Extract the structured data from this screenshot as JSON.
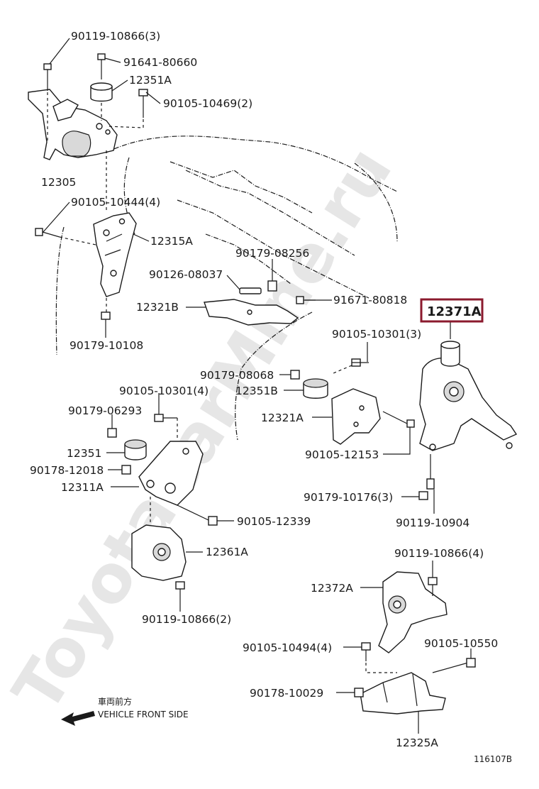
{
  "watermark": "ToyotaCarMine.ru",
  "diagram_id": "116107B",
  "front_side": {
    "jp": "車両前方",
    "en": "VEHICLE FRONT SIDE"
  },
  "labels": {
    "p90119_10866_3": "90119-10866(3)",
    "p91641_80660": "91641-80660",
    "p12351A": "12351A",
    "p90105_10469_2": "90105-10469(2)",
    "p12305": "12305",
    "p90105_10444_4": "90105-10444(4)",
    "p12315A": "12315A",
    "p90179_08256": "90179-08256",
    "p90126_08037": "90126-08037",
    "p91671_80818": "91671-80818",
    "p12321B": "12321B",
    "p90179_10108": "90179-10108",
    "p12371A": "12371A",
    "p90105_10301_3": "90105-10301(3)",
    "p90179_08068": "90179-08068",
    "p12351B": "12351B",
    "p12321A": "12321A",
    "p90105_12153": "90105-12153",
    "p90105_10301_4": "90105-10301(4)",
    "p90179_06293": "90179-06293",
    "p12351": "12351",
    "p90178_12018": "90178-12018",
    "p12311A": "12311A",
    "p90179_10176_3": "90179-10176(3)",
    "p90119_10904": "90119-10904",
    "p90105_12339": "90105-12339",
    "p12361A": "12361A",
    "p90119_10866_4": "90119-10866(4)",
    "p12372A": "12372A",
    "p90119_10866_2": "90119-10866(2)",
    "p90105_10494_4": "90105-10494(4)",
    "p90105_10550": "90105-10550",
    "p90178_10029": "90178-10029",
    "p12325A": "12325A"
  },
  "highlight": {
    "part": "12371A",
    "color": "#8b1a2e"
  }
}
